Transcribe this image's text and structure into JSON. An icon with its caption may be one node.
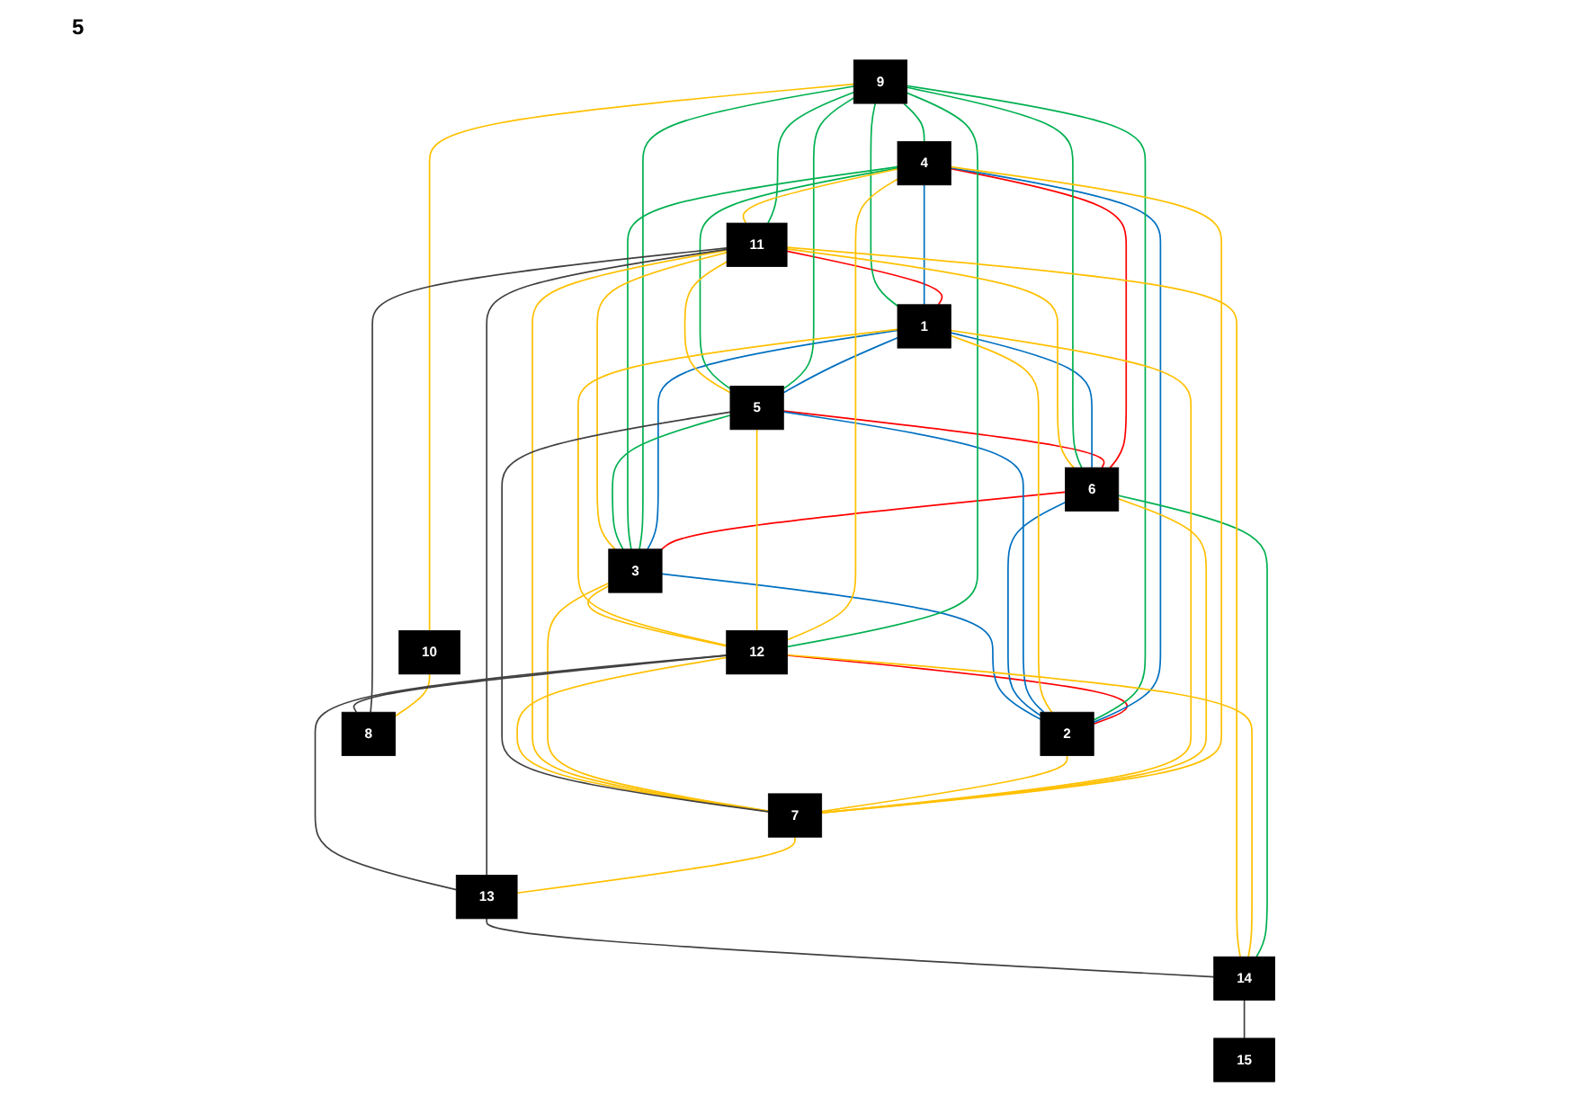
{
  "diagram": {
    "nodes": [
      {
        "text": [
          "9"
        ]
      },
      {
        "text": [
          "11"
        ]
      },
      {
        "text": [
          "12"
        ]
      },
      {
        "text": [
          "7"
        ]
      },
      {
        "text": [
          "13"
        ]
      },
      {
        "text": [
          "15"
        ]
      },
      {
        "text": [
          "4"
        ]
      },
      {
        "text": [
          "1"
        ]
      },
      {
        "text": [
          "2"
        ]
      },
      {
        "text": [
          "10"
        ]
      },
      {
        "text": [
          "8"
        ]
      },
      {
        "text": [
          "5"
        ]
      },
      {
        "text": [
          "6"
        ]
      },
      {
        "text": [
          "3"
        ]
      },
      {
        "text": [
          "14"
        ]
      }
    ],
    "edges": [
      {
        "from": 1,
        "to": 7,
        "arrow": "none",
        "color": "#ff0000"
      },
      {
        "from": 2,
        "to": 8,
        "arrow": "none",
        "color": "#ff0000"
      },
      {
        "from": 6,
        "to": 12,
        "arrow": "none",
        "color": "#ff0000"
      },
      {
        "from": 11,
        "to": 12,
        "arrow": "none",
        "color": "#ff0000"
      },
      {
        "from": 12,
        "to": 13,
        "arrow": "none",
        "color": "#ff0000"
      },
      {
        "from": 6,
        "to": 7,
        "arrow": "none",
        "color": "#0070c0"
      },
      {
        "from": 6,
        "to": 8,
        "arrow": "none",
        "color": "#0070c0"
      },
      {
        "from": 7,
        "to": 11,
        "arrow": "none",
        "color": "#0070c0"
      },
      {
        "from": 7,
        "to": 12,
        "arrow": "none",
        "color": "#0070c0"
      },
      {
        "from": 7,
        "to": 13,
        "arrow": "none",
        "color": "#0070c0"
      },
      {
        "from": 8,
        "to": 11,
        "arrow": "none",
        "color": "#0070c0"
      },
      {
        "from": 8,
        "to": 12,
        "arrow": "none",
        "color": "#0070c0"
      },
      {
        "from": 8,
        "to": 13,
        "arrow": "none",
        "color": "#0070c0"
      },
      {
        "from": 0,
        "to": 1,
        "arrow": "none",
        "color": "#00b050"
      },
      {
        "from": 0,
        "to": 2,
        "arrow": "none",
        "color": "#00b050"
      },
      {
        "from": 0,
        "to": 6,
        "arrow": "none",
        "color": "#00b050"
      },
      {
        "from": 0,
        "to": 7,
        "arrow": "none",
        "color": "#00b050"
      },
      {
        "from": 0,
        "to": 12,
        "arrow": "none",
        "color": "#00b050"
      },
      {
        "from": 0,
        "to": 8,
        "arrow": "none",
        "color": "#00b050"
      },
      {
        "from": 0,
        "to": 13,
        "arrow": "none",
        "color": "#00b050"
      },
      {
        "from": 0,
        "to": 11,
        "arrow": "none",
        "color": "#00b050"
      },
      {
        "from": 6,
        "to": 11,
        "arrow": "none",
        "color": "#00b050"
      },
      {
        "from": 6,
        "to": 13,
        "arrow": "none",
        "color": "#00b050"
      },
      {
        "from": 11,
        "to": 13,
        "arrow": "none",
        "color": "#00b050"
      },
      {
        "from": 12,
        "to": 14,
        "arrow": "none",
        "color": "#00b050"
      },
      {
        "from": 6,
        "to": 3,
        "arrow": "none"
      },
      {
        "from": 6,
        "to": 2,
        "arrow": "none"
      },
      {
        "from": 6,
        "to": 1,
        "arrow": "none"
      },
      {
        "from": 11,
        "to": 1,
        "arrow": "none"
      },
      {
        "from": 11,
        "to": 2,
        "arrow": "none"
      },
      {
        "from": 12,
        "to": 1,
        "arrow": "none"
      },
      {
        "from": 12,
        "to": 3,
        "arrow": "none"
      },
      {
        "from": 7,
        "to": 3,
        "arrow": "none"
      },
      {
        "from": 7,
        "to": 2,
        "arrow": "none"
      },
      {
        "from": 8,
        "to": 3,
        "arrow": "none"
      },
      {
        "from": 13,
        "to": 3,
        "arrow": "none"
      },
      {
        "from": 13,
        "to": 1,
        "arrow": "none"
      },
      {
        "from": 13,
        "to": 2,
        "arrow": "none"
      },
      {
        "from": 2,
        "to": 14,
        "arrow": "none"
      },
      {
        "from": 1,
        "to": 14,
        "arrow": "none"
      },
      {
        "from": 1,
        "to": 3,
        "arrow": "none"
      },
      {
        "from": 2,
        "to": 3,
        "arrow": "none"
      },
      {
        "from": 0,
        "to": 9,
        "arrow": "none"
      },
      {
        "from": 3,
        "to": 4,
        "arrow": "none"
      },
      {
        "from": 9,
        "to": 10,
        "arrow": "none"
      },
      {
        "from": 7,
        "to": 8,
        "arrow": "none"
      },
      {
        "from": 1,
        "to": 4,
        "arrow": "none",
        "color": "#404040"
      },
      {
        "from": 2,
        "to": 4,
        "arrow": "none",
        "color": "#404040"
      },
      {
        "from": 1,
        "to": 10,
        "arrow": "none",
        "color": "#404040"
      },
      {
        "from": 2,
        "to": 10,
        "arrow": "none",
        "color": "#404040"
      },
      {
        "from": 11,
        "to": 3,
        "arrow": "none",
        "color": "#404040"
      },
      {
        "from": 4,
        "to": 14,
        "arrow": "none",
        "color": "#404040"
      },
      {
        "from": 14,
        "to": 5,
        "arrow": "none",
        "color": "#404040"
      }
    ],
    "labels": [
      "5"
    ]
  }
}
